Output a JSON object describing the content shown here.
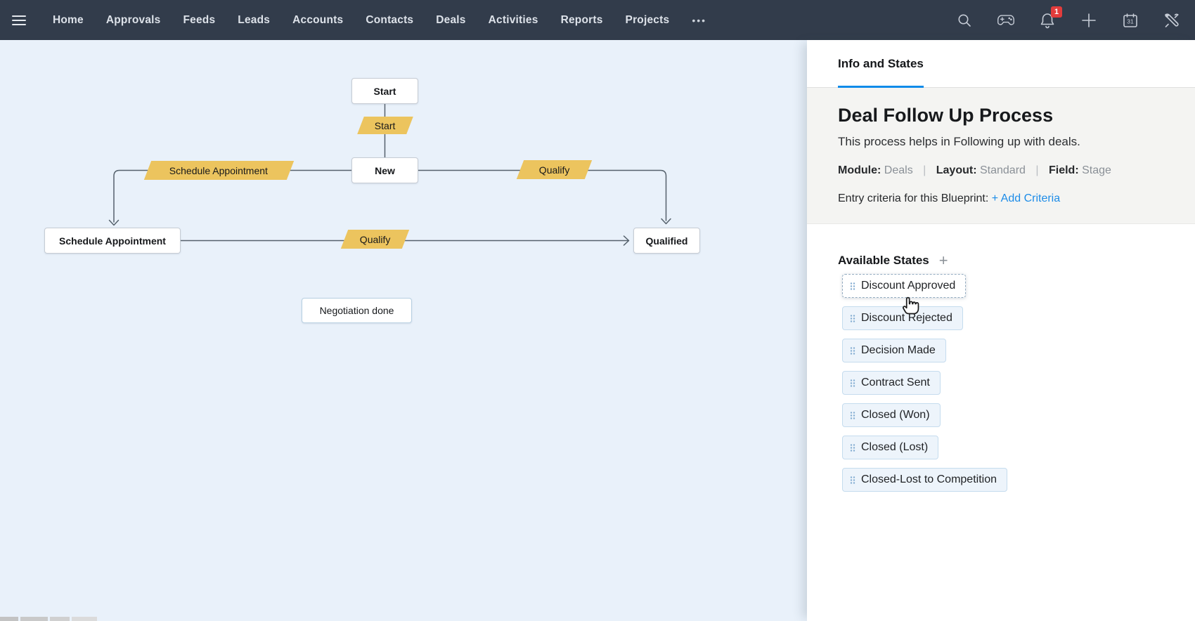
{
  "nav": {
    "items": [
      "Home",
      "Approvals",
      "Feeds",
      "Leads",
      "Accounts",
      "Contacts",
      "Deals",
      "Activities",
      "Reports",
      "Projects"
    ],
    "more_label": "•••",
    "notification_count": "1",
    "calendar_day": "31",
    "icons": [
      "search-icon",
      "gamepad-icon",
      "bell-icon",
      "plus-icon",
      "calendar-icon",
      "tools-icon"
    ]
  },
  "flowchart": {
    "nodes": {
      "start": "Start",
      "new": "New",
      "schedule_appointment": "Schedule Appointment",
      "qualified": "Qualified",
      "negotiation_done": "Negotiation done"
    },
    "transitions": {
      "start": "Start",
      "schedule_appointment": "Schedule Appointment",
      "qualify_top": "Qualify",
      "qualify_mid": "Qualify"
    }
  },
  "panel": {
    "tab": "Info and States",
    "title": "Deal Follow Up Process",
    "description": "This process helps in Following up with deals.",
    "meta": {
      "module_label": "Module:",
      "module_value": "Deals",
      "layout_label": "Layout:",
      "layout_value": "Standard",
      "field_label": "Field:",
      "field_value": "Stage",
      "separator": "|"
    },
    "entry_criteria_label": "Entry criteria for this Blueprint:",
    "add_criteria_link": "+ Add Criteria",
    "available_states": {
      "heading": "Available States",
      "add_label": "+",
      "items": [
        "Discount Approved",
        "Discount Rejected",
        "Decision Made",
        "Contract Sent",
        "Closed (Won)",
        "Closed (Lost)",
        "Closed-Lost to Competition"
      ]
    }
  },
  "colors": {
    "nav_bg": "#323c4b",
    "canvas_bg": "#e9f1fa",
    "accent_blue": "#0f8be9",
    "link_blue": "#1d8ce8",
    "transition_yellow": "#ecc45e",
    "badge_red": "#e23c3c",
    "state_item_bg": "#edf4fb",
    "state_item_border": "#c5dcee"
  }
}
